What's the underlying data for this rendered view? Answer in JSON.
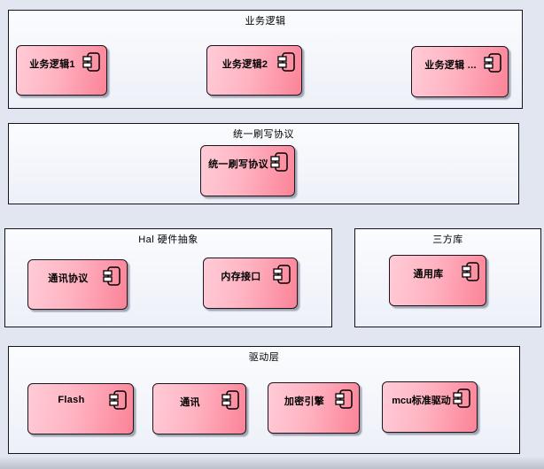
{
  "colors": {
    "page_background": "#e2e6f0",
    "package_fill": "#f2f4fa",
    "package_border": "#14141f",
    "component_gradient_start": "#ffccd7",
    "component_gradient_end": "#fb8397",
    "component_border": "#1b1520",
    "text": "#000000"
  },
  "containers": [
    {
      "title": "业务逻辑",
      "components": [
        {
          "label": "业务逻辑1"
        },
        {
          "label": "业务逻辑2"
        },
        {
          "label": "业务逻辑 ..."
        }
      ]
    },
    {
      "title": "统一刷写协议",
      "components": [
        {
          "label": "统一刷写协议"
        }
      ]
    },
    {
      "title": "Hal 硬件抽象",
      "components": [
        {
          "label": "通讯协议"
        },
        {
          "label": "内存接口"
        }
      ]
    },
    {
      "title": "三方库",
      "components": [
        {
          "label": "通用库"
        }
      ]
    },
    {
      "title": "驱动层",
      "components": [
        {
          "label": "Flash"
        },
        {
          "label": "通讯"
        },
        {
          "label": "加密引擎"
        },
        {
          "label": "mcu标准驱动"
        }
      ]
    }
  ]
}
